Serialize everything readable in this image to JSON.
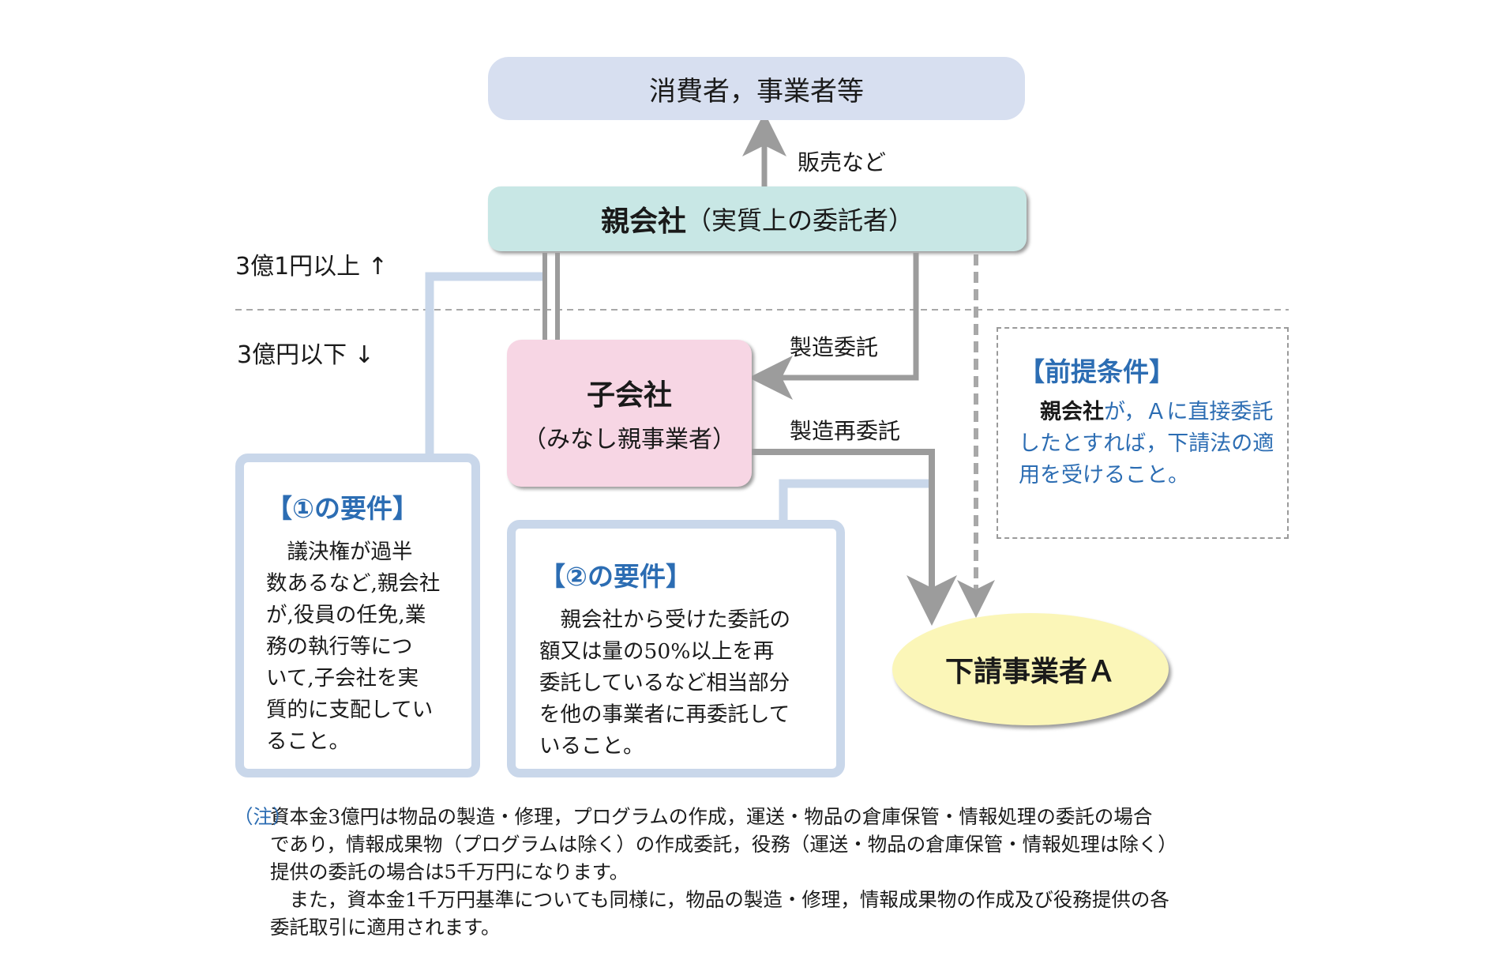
{
  "nodes": {
    "consumer": "消費者，事業者等",
    "parent_name": "親会社",
    "parent_note": "（実質上の委託者）",
    "child_name": "子会社",
    "child_note": "（みなし親事業者）",
    "subcontractor": "下請事業者Ａ"
  },
  "edges": {
    "sales": "販売など",
    "consign": "製造委託",
    "reconsign": "製造再委託"
  },
  "capital": {
    "upper": "3億1円以上 ↑",
    "lower": "3億円以下 ↓"
  },
  "requirement1": {
    "title": "【①の要件】",
    "body": "　議決権が過半\n数あるなど,親会社\nが,役員の任免,業\n務の執行等につ\nいて,子会社を実\n質的に支配してい\nること。"
  },
  "requirement2": {
    "title": "【②の要件】",
    "body": "　親会社から受けた委託の\n額又は量の50%以上を再\n委託しているなど相当部分\nを他の事業者に再委託して\nいること。"
  },
  "premise": {
    "title": "【前提条件】",
    "bold": "親会社",
    "rest": "が，Ａに直接委託したとすれば，下請法の適用を受けること。"
  },
  "note": {
    "mark": "（注）",
    "text": "資本金3億円は物品の製造・修理，プログラムの作成，運送・物品の倉庫保管・情報処理の委託の場合\nであり，情報成果物（プログラムは除く）の作成委託，役務（運送・物品の倉庫保管・情報処理は除く）\n提供の委託の場合は5千万円になります。\n　また，資本金1千万円基準についても同様に，物品の製造・修理，情報成果物の作成及び役務提供の各\n委託取引に適用されます。"
  },
  "colors": {
    "consumer_box": "#d7dff0",
    "parent_box": "#c8e7e5",
    "child_box": "#f7d6e4",
    "subcontractor_ellipse": "#fbf6b8",
    "requirement_border": "#c9d7ea",
    "accent_blue": "#2c6db3",
    "arrow_gray": "#9c9c9c"
  }
}
